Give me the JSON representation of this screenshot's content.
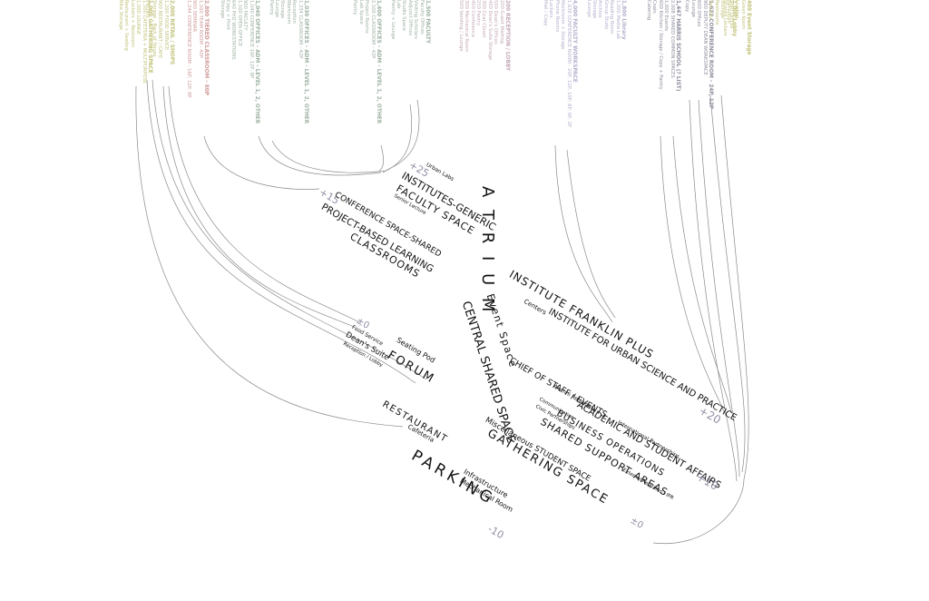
{
  "colors": {
    "ink": "#222222",
    "wire": "#8a8a8a",
    "olive": "#c2c27a",
    "rose": "#cf9a9a",
    "sage": "#9fb3a4",
    "mauve": "#c4aab8",
    "lavender": "#b4b0ce",
    "slate": "#8e8e9e",
    "number": "#8f8fa6"
  },
  "columns": [
    {
      "color": "olive",
      "lines": [
        "1,000 GATHERING SPACE",
        "1,500 CAFETERIA + MULTIPURPOSE",
        "1,000 LOUNGE",
        "Lockers + Restroom",
        "Restaurant + Seating",
        "Bike Storage"
      ]
    },
    {
      "color": "olive",
      "lines": [
        "2,000 RETAIL / SHOPS",
        "1,200 FOOD SERVICE",
        "900 RESTAURANT / CAFE",
        "Storage - Back of House",
        "Kitchen"
      ]
    },
    {
      "color": "rose",
      "lines": [
        "2,800 TIERED CLASSROOM - 80P",
        "1,500 TEAM ROOM - 40P",
        "900 SEMINAR",
        "1,244 CONFERENCE ROOM - 16P, 12P, 8P"
      ]
    },
    {
      "color": "sage",
      "lines": [
        "1,040 OFFICES - ADM - LEVEL 1, 2, OTHER",
        "1,040 CONFERENCE 16P, 12P, 8P",
        "900 FACULTY",
        "1,500 OPEN OFFICE",
        "640 PHD WORKSTATIONS",
        "Copy + Print",
        "Storage"
      ]
    },
    {
      "color": "sage",
      "lines": [
        "1,030 OFFICES - ADM - LEVEL 1, 2, OTHER",
        "1,334 CLASSROOM - 42P",
        "Reception",
        "Workroom",
        "Storage",
        "Lounge",
        "Pantry"
      ]
    },
    {
      "color": "sage",
      "lines": [
        "1,400 OFFICES - ADM - LEVEL 1, 2, OTHER",
        "2,500 CLASSROOM - 42P",
        "Project Rooms",
        "Lab Space",
        "Pantry"
      ]
    },
    {
      "color": "sage",
      "lines": [
        "1,500 FACULTY",
        "Faculty Offices",
        "Visiting Scholars",
        "Adjunct Offices",
        "Studio Space",
        "Lab",
        "Pantry + Lounge"
      ]
    },
    {
      "color": "mauve",
      "lines": [
        "200 RECEPTION / LOBBY",
        "200 Guest Waiting",
        "500 Dean's Offices",
        "400 Dean's Suite Storage",
        "300 Coat Closet",
        "250 Pantry",
        "400 Conference",
        "300 Mechanical Room",
        "500 Vending / Lounge"
      ]
    },
    {
      "color": "lavender",
      "lines": [
        "4,000 FACULTY WORKSPACE",
        "1,638 CONFERENCE ROOM - 20P, 12P, 10P, 8P, 6P, 2P",
        "Workroom + Storage",
        "Phone Rooms",
        "Lockers",
        "Mail / Copy"
      ]
    },
    {
      "color": "lavender",
      "lines": [
        "1,800 Library",
        "1,000 Media Lab",
        "Reading Room",
        "Group Study",
        "Archive",
        "Storage",
        "Lounge"
      ]
    },
    {
      "color": "slate",
      "lines": [
        "1,447 HARRIS SCHOOL (? LIST)",
        "2,008 SHARED COMMON SPACES",
        "1,000 Events",
        "600 Kitchen / Storage / Copy + Pantry",
        "Coats",
        "Catering"
      ]
    },
    {
      "color": "slate",
      "lines": [
        "1,622 CONFERENCE ROOM - 24P, 12P",
        "900 DEPUTY DEAN WORKSPACE",
        "600 Offices",
        "Lounge",
        "Copy"
      ]
    },
    {
      "color": "olive",
      "lines": [
        "1,000 Lobby",
        "Reception",
        "Storage",
        "Restrooms",
        "Security"
      ]
    },
    {
      "color": "olive",
      "lines": [
        "400 Event Storage",
        "Green Room",
        "Loading",
        "Staff Offices",
        "Shared Lockers"
      ]
    }
  ],
  "labels": {
    "atrium": "A T R I U M",
    "event_space": "Event Space",
    "central_shared_space": "CENTRAL SHARED SPACE",
    "urban_labs": "Urban Labs",
    "institutes_generic": "INSTITUTES-GENERIC",
    "faculty_space": "FACULTY SPACE",
    "senior_lecture": "Senior Lecture",
    "conference_shared": "CONFERENCE SPACE-SHARED",
    "project_based": "PROJECT-BASED LEARNING",
    "classrooms": "CLASSROOMS",
    "food_service": "Food Service",
    "deans_suite": "Dean's Suite",
    "reception_lobby": "Reception / Lobby",
    "seating_pod": "Seating Pod",
    "forum": "FORUM",
    "restaurant": "RESTAURANT",
    "cafeteria": "Cafeteria",
    "parking": "PARKING",
    "infrastructure": "Infrastructure",
    "mechanical_room": "Mechanical Room",
    "misc_student": "Miscellaneous STUDENT SPACE",
    "gathering_space": "GATHERING SPACE",
    "institute_franklin": "INSTITUTE FRANKLIN PLUS",
    "centers": "Centers",
    "institute_urban": "INSTITUTE FOR URBAN SCIENCE AND PRACTICE",
    "chief_of_staff": "CHIEF OF STAFF / EVENTS",
    "international": "International Partnerships",
    "alumni": "Alumni Relations",
    "academic_affairs": "ACADEMIC AND STUDENT AFFAIRS",
    "business_ops": "BUSINESS OPERATIONS",
    "communication": "Communication",
    "civic_partnerships": "Civic Partnerships",
    "shared_support": "SHARED SUPPORT AREAS",
    "external_relations": "External Relations / IPR"
  },
  "levels": {
    "p25": "+25",
    "p15": "+15",
    "z1": "±0",
    "p20": "+20",
    "p10": "+10",
    "z2": "±0",
    "m10": "-10"
  }
}
